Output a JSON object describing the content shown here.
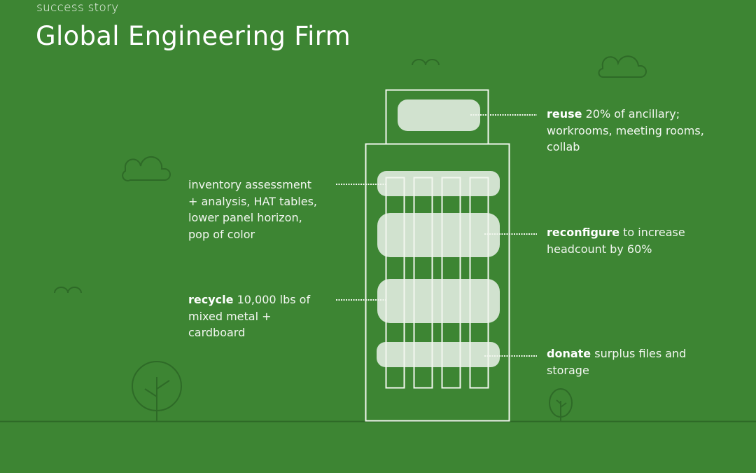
{
  "header": {
    "kicker": "success story",
    "title": "Global Engineering Firm"
  },
  "callouts": {
    "reuse": {
      "keyword": "reuse",
      "line1_rest": " 20% of ancillary;",
      "line2": "workrooms, meeting rooms,",
      "line3": "collab"
    },
    "inventory": {
      "line1": "inventory assessment",
      "line2": "+ analysis, HAT tables,",
      "line3": "lower panel horizon,",
      "line4": "pop of color"
    },
    "reconfigure": {
      "keyword": "reconfigure",
      "line1_rest": " to increase",
      "line2": "headcount by 60%"
    },
    "recycle": {
      "keyword": "recycle",
      "line1_rest": " 10,000 lbs of",
      "line2": "mixed metal +",
      "line3": "cardboard"
    },
    "donate": {
      "keyword": "donate",
      "line1_rest": " surplus files and",
      "line2": "storage"
    }
  },
  "colors": {
    "background": "#3d8533",
    "outline": "#f2f7ef",
    "panel_fill": "#d1e2cf",
    "decor_stroke": "#2e6a27"
  },
  "decor_icons": [
    "cloud-icon",
    "cloud-icon",
    "bird-icon",
    "bird-icon",
    "tree-icon",
    "tree-icon"
  ]
}
